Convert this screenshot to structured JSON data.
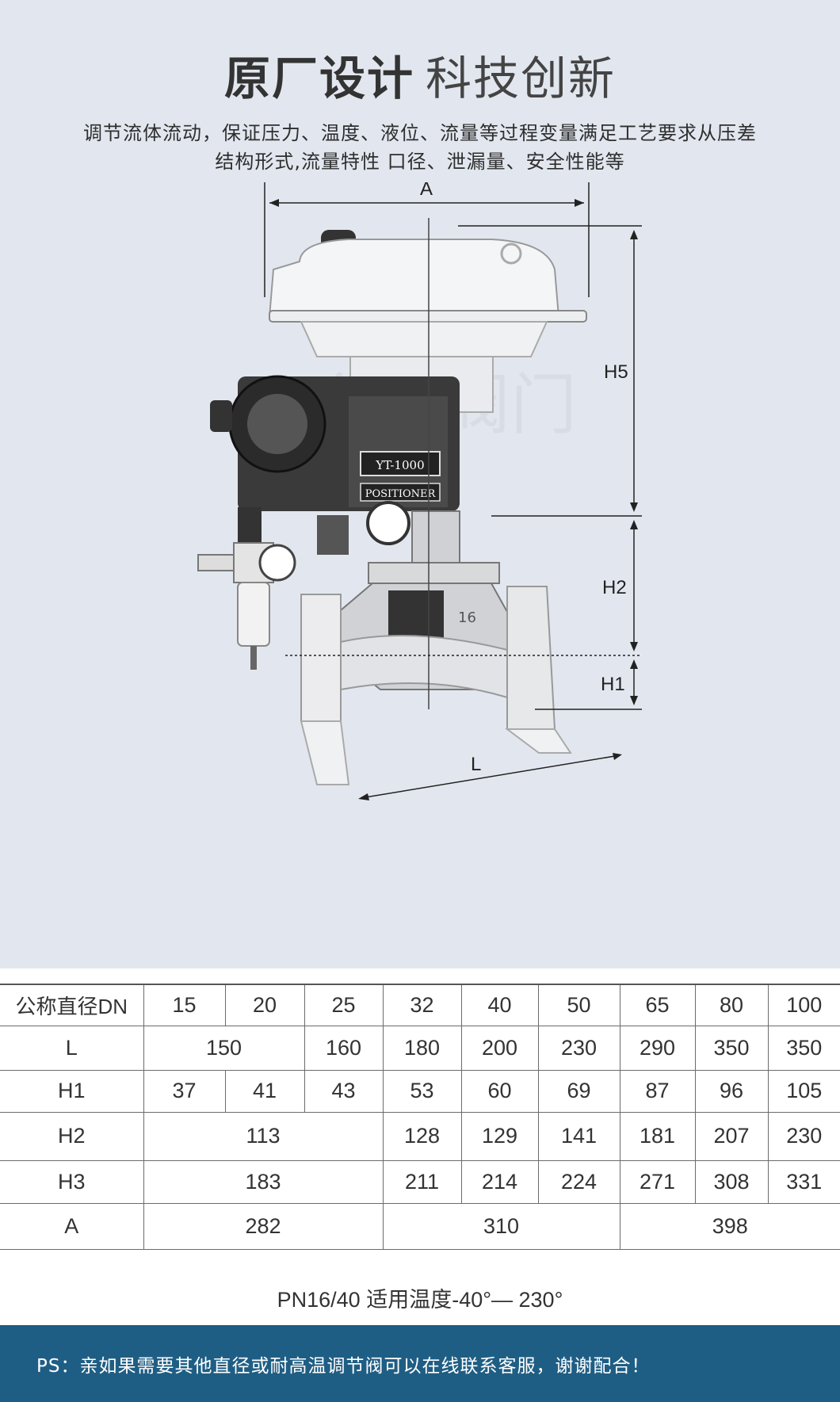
{
  "header": {
    "title_bold": "原厂设计",
    "title_light": "科技创新",
    "subtitle_line1": "调节流体流动，保证压力、温度、液位、流量等过程变量满足工艺要求从压差",
    "subtitle_line2": "结构形式,流量特性 口径、泄漏量、安全性能等"
  },
  "drawing": {
    "dim_a": "A",
    "dim_h5": "H5",
    "dim_h2": "H2",
    "dim_h1": "H1",
    "dim_l": "L",
    "positioner_model": "YT-1000",
    "positioner_label": "POSITIONER",
    "body_mark_1": "16",
    "watermark": "台臣阀门"
  },
  "table": {
    "header_label": "公称直径DN",
    "dn": [
      "15",
      "20",
      "25",
      "32",
      "40",
      "50",
      "65",
      "80",
      "100"
    ],
    "L": {
      "label": "L",
      "v1": "150",
      "v2": "160",
      "v3": "180",
      "v4": "200",
      "v5": "230",
      "v6": "290",
      "v7": "350",
      "v8": "350"
    },
    "H1": {
      "label": "H1",
      "values": [
        "37",
        "41",
        "43",
        "53",
        "60",
        "69",
        "87",
        "96",
        "105"
      ]
    },
    "H2": {
      "label": "H2",
      "v1": "113",
      "v2": "128",
      "v3": "129",
      "v4": "141",
      "v5": "181",
      "v6": "207",
      "v7": "230"
    },
    "H3": {
      "label": "H3",
      "v1": "183",
      "v2": "211",
      "v3": "214",
      "v4": "224",
      "v5": "271",
      "v6": "308",
      "v7": "331"
    },
    "A": {
      "label": "A",
      "v1": "282",
      "v2": "310",
      "v3": "398"
    }
  },
  "note": "PN16/40  适用温度-40°— 230°",
  "footer": "PS：亲如果需要其他直径或耐高温调节阀可以在线联系客服，谢谢配合！",
  "colors": {
    "background": "#e2e7ef",
    "footer": "#1f5e84",
    "table_border": "#6b6b6b"
  }
}
